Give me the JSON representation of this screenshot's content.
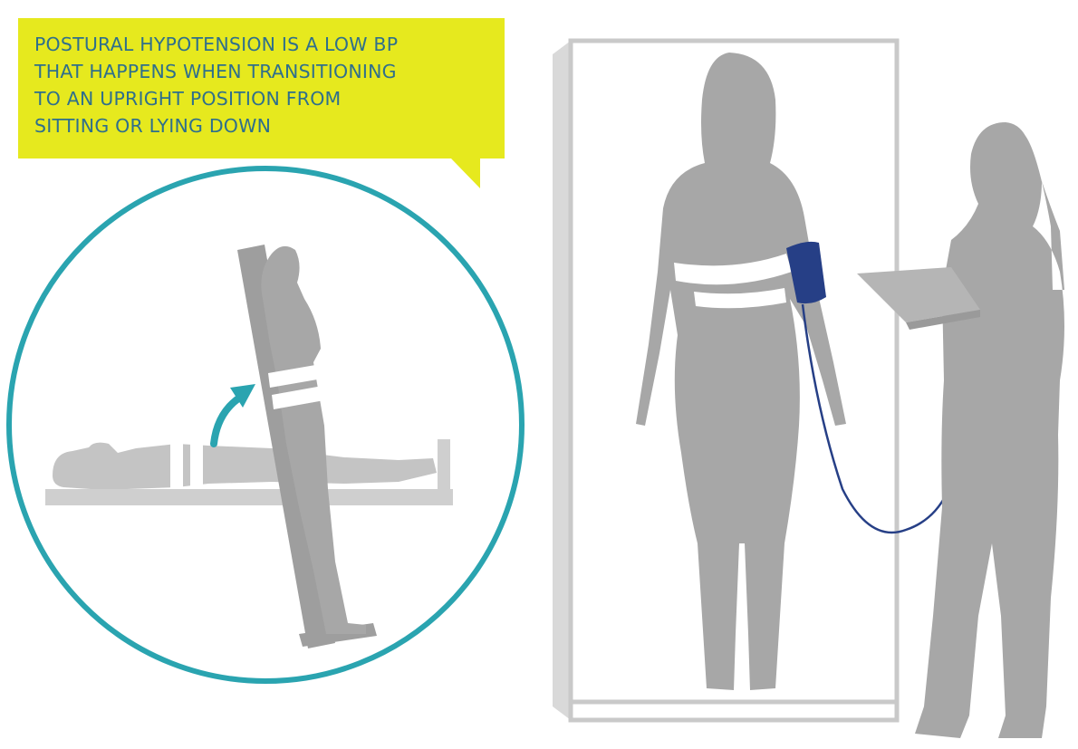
{
  "callout": {
    "lines": [
      "POSTURAL HYPOTENSION IS A LOW BP",
      "THAT HAPPENS WHEN TRANSITIONING",
      "TO AN UPRIGHT POSITION FROM",
      "SITTING OR LYING DOWN"
    ]
  },
  "colors": {
    "callout_bg": "#e6e91e",
    "callout_text": "#2f6f8c",
    "circle": "#2aa4b0",
    "figure": "#a7a7a7",
    "figure_light": "#c4c4c4",
    "belt": "#ffffff",
    "cuff": "#263f86",
    "frame": "#c9c9c9"
  },
  "icons": [
    "tilt-table-icon",
    "curved-arrow-icon",
    "blood-pressure-cuff-icon",
    "clipboard-icon"
  ]
}
